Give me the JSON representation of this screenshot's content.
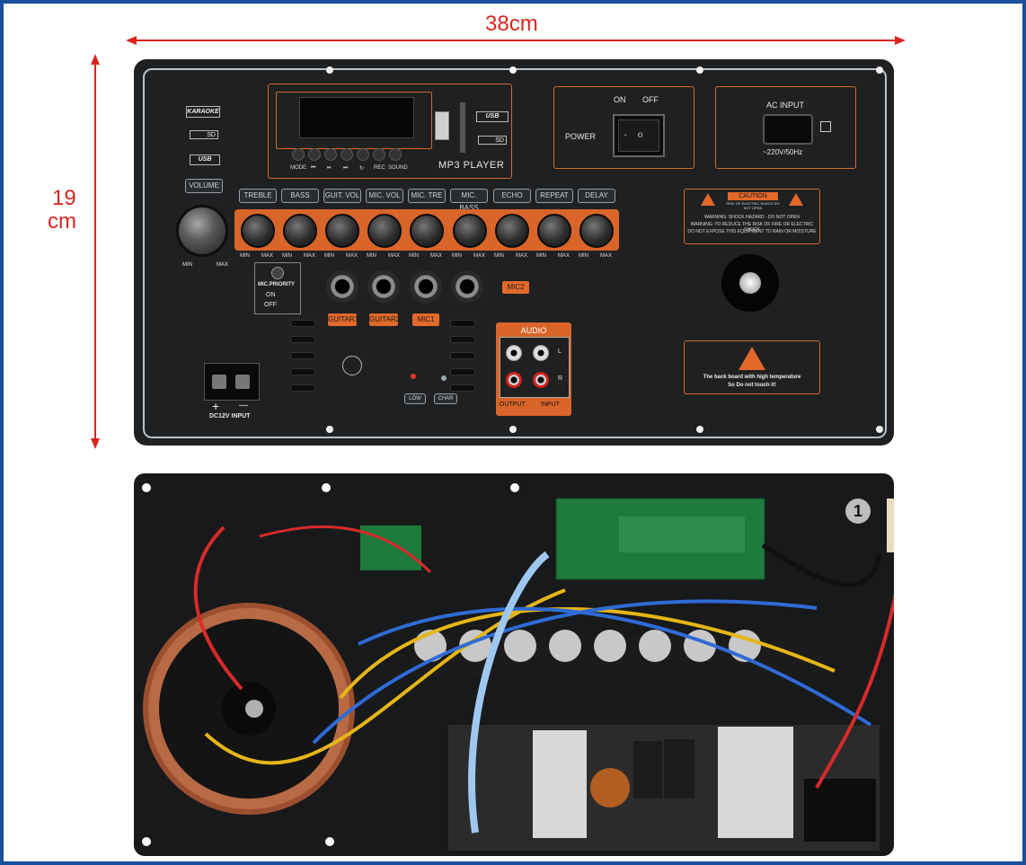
{
  "dimensions": {
    "width_label": "38cm",
    "height_label_line1": "19",
    "height_label_line2": "cm"
  },
  "front_panel": {
    "brand": "KARAOKE",
    "usb_label": "USB",
    "sd_label": "SD",
    "volume_label": "VOLUME",
    "min_label": "MIN",
    "max_label": "MAX",
    "player_title": "MP3 PLAYER",
    "player_buttons": [
      "MODE",
      "⏮",
      "⏯",
      "⏭",
      "↻",
      "REC",
      "SOUND"
    ],
    "knob_labels": [
      "TREBLE",
      "BASS",
      "GUIT. VOL",
      "MIC. VOL",
      "MIC. TRE",
      "MIC. BASS",
      "ECHO",
      "REPEAT",
      "DELAY"
    ],
    "power_label": "POWER",
    "on_label": "ON",
    "off_label": "OFF",
    "ac_title": "AC INPUT",
    "ac_rating": "~220V/50Hz",
    "caution_title": "CAUTION",
    "caution_sub": "RISK OF ELECTRIC SHOCK DO NOT OPEN",
    "caution_line1": "WARNING: SHOCK HAZARD - DO NOT OPEN",
    "caution_line2": "WARNING: TO REDUCE THE RISK OF FIRE OR ELECTRIC SHOCK",
    "caution_line3": "DO NOT EXPOSE THIS EQUIPMENT TO RAIN OR MOISTURE",
    "mic_priority": "MIC.PRIORITY",
    "priority_on": "ON",
    "priority_off": "OFF",
    "inputs": [
      "GUITAR1",
      "GUITAR2",
      "MIC1"
    ],
    "mic2": "MIC2",
    "audio_title": "AUDIO",
    "audio_l": "L",
    "audio_r": "R",
    "audio_output": "OUTPUT",
    "audio_input": "INPUT",
    "low_label": "LOW",
    "char_label": "CHAR",
    "dc_label": "DC12V INPUT",
    "dc_plus": "+",
    "dc_minus": "—",
    "heat_line1": "The back board with high temperature",
    "heat_line2": "So Do not touch it!"
  },
  "back_panel": {
    "badge": "1"
  },
  "colors": {
    "frame": "#1a4f9c",
    "dimension": "#d8261f",
    "accent": "#e2692a",
    "panel": "#1e2022"
  }
}
